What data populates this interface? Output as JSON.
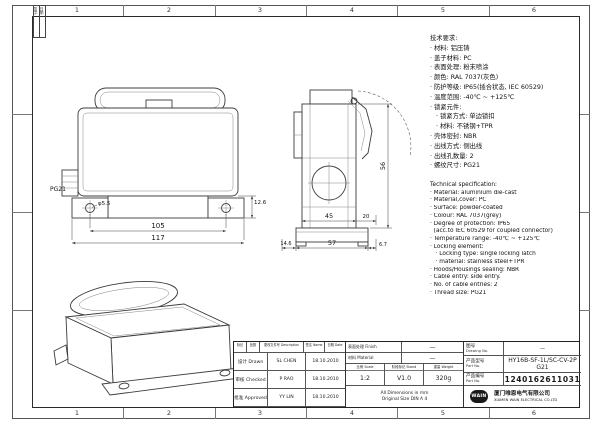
{
  "sheet": {
    "grid_top": [
      "1",
      "2",
      "3",
      "4",
      "5",
      "6"
    ],
    "grid_bottom": [
      "1",
      "2",
      "3",
      "4",
      "5",
      "6"
    ],
    "corner_strip": {
      "col1": "签字",
      "col2": "日期"
    }
  },
  "tech_cn": {
    "title": "技术要求:",
    "items": [
      "· 材料: 铝压铸",
      "· 盖子材料: PC",
      "· 表面处理: 粉末喷涂",
      "· 颜色: RAL 7037(灰色)",
      "· 防护等级: IP65(插合状态, IEC 60529)",
      "· 温度范围: -40℃ ~ +125℃",
      "· 锁紧元件:",
      "   · 锁紧方式: 单边锁扣",
      "   · 材料: 不锈钢+TPR",
      "· 壳体密封: NBR",
      "· 出线方式: 侧出线",
      "· 出线孔数量: 2",
      "· 螺纹尺寸: PG21"
    ]
  },
  "tech_en": {
    "title": "Technical specification:",
    "items": [
      "· Material: aluminium die-cast",
      "· Material,cover: PC",
      "· Surface: powder-coated",
      "· Colour: RAL 7037(grey)",
      "· Degree of protection: IP65",
      "  (acc.to IEC 60529 for coupled connector)",
      "· Temperature range: -40℃ ~ +125℃",
      "· Locking element:",
      "   · Locking type: single locking latch",
      "   · material: stainless steel+TPR",
      "· Hoods/Housings sealing: NBR",
      "· Cable entry: side entry.",
      "· No. of cable entries: 2",
      "· Thread size: PG21"
    ]
  },
  "front_view": {
    "dim_holes": "105",
    "dim_overall": "117",
    "dim_hole_dia": "φ5.5",
    "dim_step": "12.6",
    "thread": "PG21"
  },
  "side_view": {
    "dim_width": "45",
    "dim_lever": "20",
    "dim_left": "14.6",
    "dim_flange": "57",
    "dim_right": "6.7",
    "dim_height": "56"
  },
  "title_block": {
    "revision_header": {
      "mark": "标记",
      "count": "处数",
      "doc": "更改文件号 Description",
      "name": "签名 Name",
      "date": "日期 Date"
    },
    "signoff_rows": [
      {
        "role": "设计 Drawn",
        "name": "SL CHEN",
        "date": "18.10.2010"
      },
      {
        "role": "审核 Checked",
        "name": "P RAO",
        "date": "18.10.2010"
      },
      {
        "role": "批准 Approved",
        "name": "YY LIN",
        "date": "18.10.2010"
      }
    ],
    "finish_label": "表面处理 Finish",
    "finish_value": "—",
    "material_label": "材料 Material",
    "material_value": "—",
    "scale_label": "比例 Scale",
    "scale_value": "1:2",
    "stand_label": "阶段标记 Stand",
    "stand_value": "V1.0",
    "weight_label": "重量 Weight",
    "weight_value": "320g",
    "note_line1": "All Dimensions in mm",
    "note_line2": "Original Size DIN A 4",
    "drawing_no_label_cn": "图号",
    "drawing_no_label_en": "Drawing No.",
    "drawing_no_value": "—",
    "model_label_cn": "产品型号",
    "model_label_en": "Part No.",
    "model_value": "HY16B-SF-1L/SC-CV-2PG21",
    "partno_label_cn": "产品编号",
    "partno_label_en": "Part No.",
    "partno_value": "1240162611031",
    "logo_text": "WAIN",
    "company_cn": "厦门唯恩电气有限公司",
    "company_en": "XIAMEN WAIN ELECTRICAL CO.LTD"
  }
}
